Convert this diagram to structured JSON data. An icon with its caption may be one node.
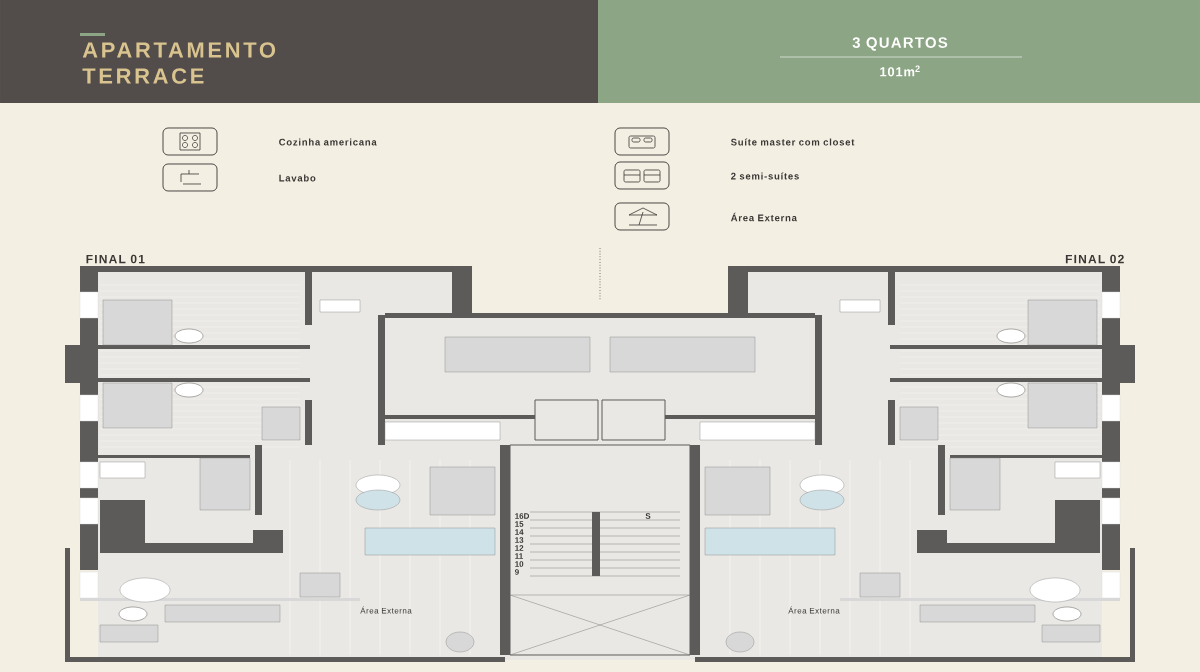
{
  "diagram": {
    "title": "APARTAMENTO TERRACE",
    "labels": [
      "3 QUARTOS",
      "101m$^{2}$",
      "Cozinha americana",
      "Suíte master com closet",
      "Lavabo",
      "2 semi-suítes",
      "Área Externa",
      "FINAL 01",
      "FINAL 02",
      "16D",
      "15",
      "14",
      "13",
      "12",
      "11",
      "10",
      "9",
      "S",
      "Área Externa",
      "Área Externa"
    ]
  }
}
